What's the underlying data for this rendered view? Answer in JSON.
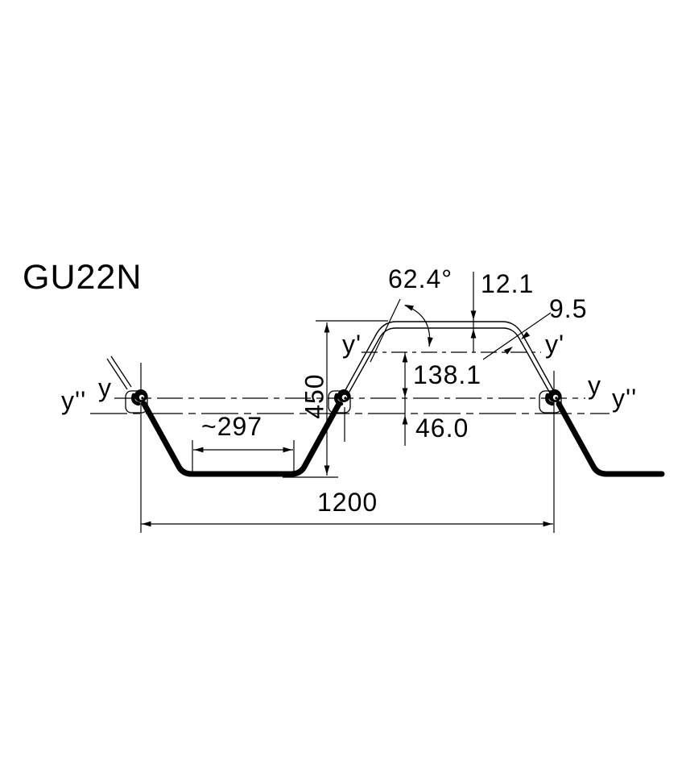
{
  "title": "GU22N",
  "labels": {
    "angle": "62.4°",
    "top_flange_thickness": "12.1",
    "web_thickness": "9.5",
    "height_above_axis": "138.1",
    "axis_offset": "46.0",
    "section_height": "450",
    "pan_width": "~297",
    "system_width": "1200",
    "axis_y": "y",
    "axis_y_prime": "y'",
    "axis_y_double_prime": "y''"
  },
  "colors": {
    "line": "#000000",
    "background": "#ffffff"
  }
}
